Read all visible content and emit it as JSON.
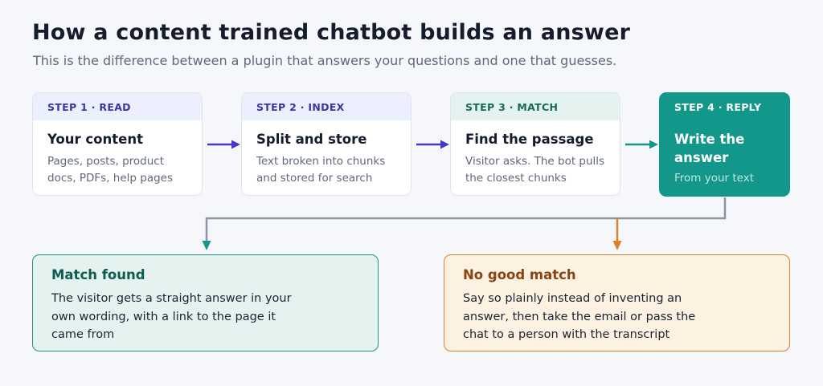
{
  "title": "How a content trained chatbot builds an answer",
  "subtitle": "This is the difference between a plugin that answers your questions and one that guesses.",
  "steps": [
    {
      "label": "STEP 1 · READ",
      "name": "Your content",
      "desc": "Pages, posts, product docs, PDFs, help pages"
    },
    {
      "label": "STEP 2 · INDEX",
      "name": "Split and store",
      "desc": "Text broken into chunks and stored for search"
    },
    {
      "label": "STEP 3 · MATCH",
      "name": "Find the passage",
      "desc": "Visitor asks. The bot pulls the closest chunks"
    },
    {
      "label": "STEP 4 · REPLY",
      "name": "Write the answer",
      "desc": "From your text"
    }
  ],
  "outcomes": {
    "found": {
      "title": "Match found",
      "text": "The visitor gets a straight answer in your own wording, with a link to the page it came from"
    },
    "none": {
      "title": "No good match",
      "text": "Say so plainly instead of inventing an answer, then take the email or pass the chat to a person with the transcript"
    }
  },
  "colors": {
    "indigo": "#4338ca",
    "teal": "#12978a",
    "orange": "#d9822b",
    "gray_line": "#8c94a3"
  }
}
